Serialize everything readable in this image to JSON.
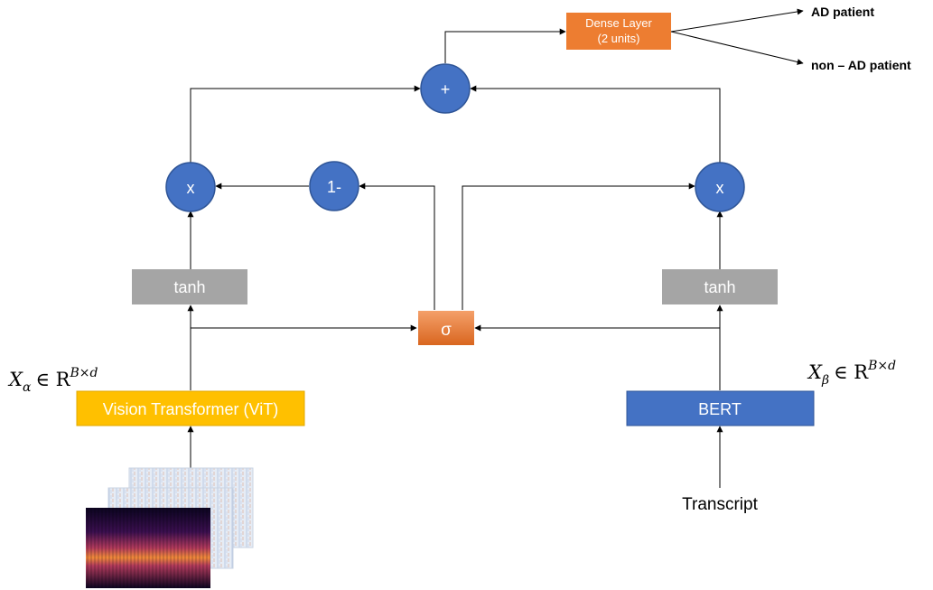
{
  "nodes": {
    "dense_layer": {
      "line1": "Dense Layer",
      "line2": "(2 units)"
    },
    "add_op": "+",
    "mul_left": "x",
    "mul_right": "x",
    "one_minus": "1-",
    "sigmoid": "σ",
    "tanh_left": "tanh",
    "tanh_right": "tanh",
    "vit": "Vision Transformer (ViT)",
    "bert": "BERT",
    "transcript": "Transcript"
  },
  "outputs": {
    "positive": "AD patient",
    "negative": "non – AD patient"
  },
  "math": {
    "x_alpha": {
      "var": "X",
      "sub": "α",
      "rel": "∈ R",
      "sup": "B×d"
    },
    "x_beta": {
      "var": "X",
      "sub": "β",
      "rel": "∈ R",
      "sup": "B×d"
    }
  },
  "colors": {
    "circle_fill": "#4472c4",
    "circle_stroke": "#2f5597",
    "dense_fill": "#ed7d31",
    "sigmoid_fill": "#ed7d31",
    "tanh_fill": "#a5a5a5",
    "vit_fill": "#ffc000",
    "bert_fill": "#4472c4",
    "text_on_color": "#ffffff"
  },
  "images": {
    "spectrogram_stack": "spectrogram-images"
  }
}
